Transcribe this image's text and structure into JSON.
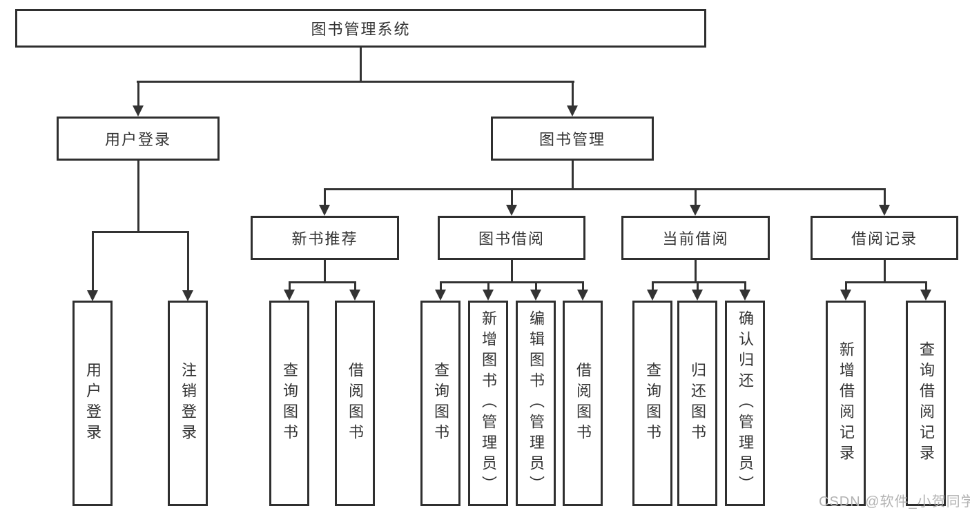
{
  "colors": {
    "line": "#333333",
    "box_border": "#2f2f2f",
    "text": "#333333",
    "watermark": "#b2b2b2"
  },
  "diagram": {
    "root": {
      "label": "图书管理系统"
    },
    "level2": [
      {
        "label": "用户登录"
      },
      {
        "label": "图书管理"
      }
    ],
    "level3": [
      {
        "label": "新书推荐"
      },
      {
        "label": "图书借阅"
      },
      {
        "label": "当前借阅"
      },
      {
        "label": "借阅记录"
      }
    ],
    "leaves": {
      "user_login": [
        "用户登录",
        "注销登录"
      ],
      "new_book_recommendation": [
        "查询图书",
        "借阅图书"
      ],
      "book_borrowing": [
        "查询图书",
        "新增图书（管理员）",
        "编辑图书（管理员）",
        "借阅图书"
      ],
      "current_borrowing": [
        "查询图书",
        "归还图书",
        "确认归还（管理员）"
      ],
      "borrowing_records": [
        "新增借阅记录",
        "查询借阅记录"
      ]
    }
  },
  "watermark": {
    "text": "CSDN @软件_小贺同学"
  }
}
